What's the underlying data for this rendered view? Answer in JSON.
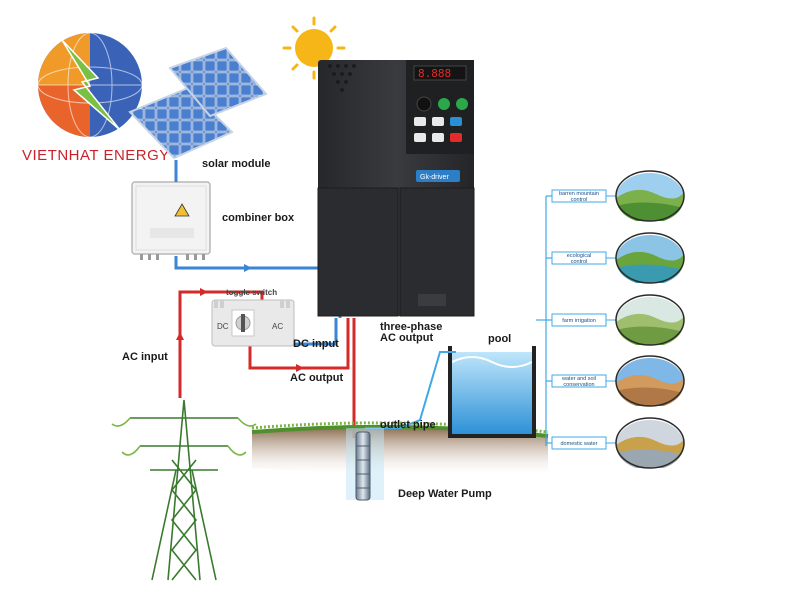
{
  "brand": {
    "name": "VIETNHAT ENERGY"
  },
  "labels": {
    "solar_module": "solar module",
    "combiner_box": "combiner box",
    "toggle_switch": "toggle switch",
    "switch_dc": "DC",
    "switch_ac": "AC",
    "dc_input": "DC input",
    "ac_output_left": "AC output",
    "ac_input": "AC input",
    "three_phase_line1": "three-phase",
    "three_phase_line2": "AC output",
    "pool": "pool",
    "outlet_pipe": "outlet pipe",
    "deep_water_pump": "Deep Water Pump",
    "inverter_brand": "Gk-driver"
  },
  "applications": [
    {
      "label_lines": [
        "barren mountain",
        "control"
      ]
    },
    {
      "label_lines": [
        "ecological",
        "control"
      ]
    },
    {
      "label_lines": [
        "farm irrigation"
      ]
    },
    {
      "label_lines": [
        "water and soil",
        "conservation"
      ]
    },
    {
      "label_lines": [
        "domestic water"
      ]
    }
  ],
  "colors": {
    "dc_line": "#3a86d4",
    "ac_line": "#d42a2a",
    "app_line": "#3fa9e6",
    "inverter_body": "#2f3033",
    "brand_red": "#c8232a"
  }
}
